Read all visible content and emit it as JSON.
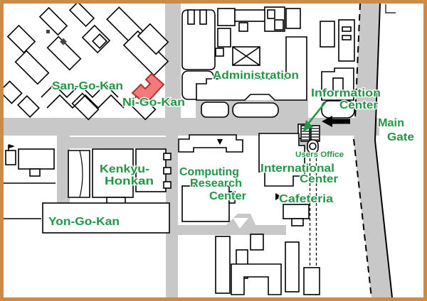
{
  "map": {
    "labels": {
      "san_go_kan": "San-Go-Kan",
      "ni_go_kan": "Ni-Go-Kan",
      "administration": "Administration",
      "information_center": [
        "Information",
        "Center"
      ],
      "main_gate": [
        "Main",
        "Gate"
      ],
      "users_office": "Users Office",
      "kenkyu_honkan": [
        "Kenkyu-",
        "Honkan"
      ],
      "computing_research_center": [
        "Computing",
        "Research",
        "Center"
      ],
      "international_center": [
        "International",
        "Center"
      ],
      "cafeteria": "Cafeteria",
      "yon_go_kan": "Yon-Go-Kan"
    },
    "highlighted_building": "Ni-Go-Kan",
    "icons": {
      "main_gate_arrow": "left-arrow",
      "information_center_pointer": "diagonal-green-arrow",
      "cafeteria_marker": "right-triangle",
      "computing_entrance_marker": "down-triangle",
      "flag_marker": "flag"
    },
    "colors": {
      "frame_orange": "#CE8A4A",
      "road_gray": "#C8C8C8",
      "label_green": "#1F9745",
      "highlight_red_fill": "#F4797B",
      "highlight_red_border": "#AA3333",
      "line_black": "#000000",
      "background_white": "#FFFFFF"
    }
  }
}
